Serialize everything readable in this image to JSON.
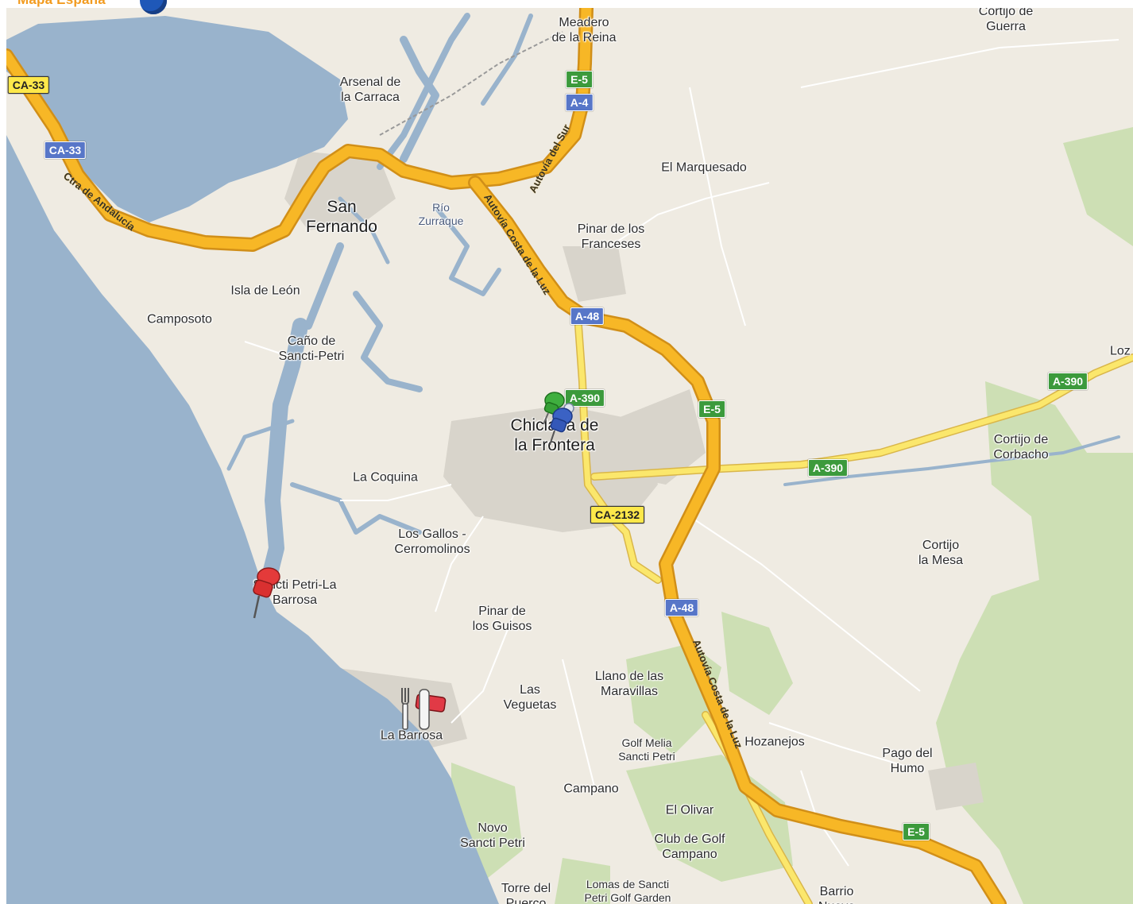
{
  "brand": {
    "text": "Mapa España"
  },
  "colors": {
    "sea": "#99b3cc",
    "land": "#efebe2",
    "motorway": "#f7b726",
    "secondary": "#fbe76c",
    "park": "#cddfb4",
    "river": "#99b3cc",
    "urban": "#d6d3cc"
  },
  "places": {
    "meadero": "Meadero\nde la Reina",
    "cortijo_guerra": "Cortijo de\nGuerra",
    "arsenal": "Arsenal de\nla Carraca",
    "marquesado": "El Marquesado",
    "san_fernando": "San\nFernando",
    "rio_zurraque": "Río\nZurraque",
    "pinar_franceses": "Pinar de los\nFranceses",
    "isla_leon": "Isla de León",
    "camposoto": "Camposoto",
    "cano": "Caño de\nSancti-Petri",
    "loz": "Loz",
    "chiclana": "Chiclana de\nla Frontera",
    "cortijo_corbacho": "Cortijo de\nCorbacho",
    "la_coquina": "La Coquina",
    "los_gallos": "Los Gallos -\nCerromolinos",
    "cortijo_mesa": "Cortijo\nla Mesa",
    "sancti_petri_barrosa": "Sancti Petri-La\nBarrosa",
    "pinar_guisos": "Pinar de\nlos Guisos",
    "llano": "Llano de las\nMaravillas",
    "las_veguetas": "Las\nVeguetas",
    "la_barrosa": "La Barrosa",
    "golf_melia": "Golf Melia\nSancti Petri",
    "hozanejos": "Hozanejos",
    "pago_humo": "Pago del\nHumo",
    "campano": "Campano",
    "el_olivar": "El Olivar",
    "club_golf": "Club de Golf\nCampano",
    "novo": "Novo\nSancti Petri",
    "torre": "Torre del\nPuerco",
    "lomas": "Lomas de Sancti\nPetri Golf Garden",
    "barrio": "Barrio\nNuevo"
  },
  "shields": {
    "ca33_top": "CA-33",
    "ca33_mid": "CA-33",
    "e5_top": "E-5",
    "a4": "A-4",
    "a48_top": "A-48",
    "a390_center": "A-390",
    "e5_mid": "E-5",
    "a390_right": "A-390",
    "a390_mid": "A-390",
    "ca2132": "CA-2132",
    "a48_bottom": "A-48",
    "e5_bottom": "E-5"
  },
  "road_names": {
    "ctra_andalucia": "Ctra de Andalucía",
    "autovia_sur": "Autovía del Sur",
    "autovia_costa": "Autovía Costa de la Luz",
    "autovia_costa2": "Autovía Costa de la Luz"
  },
  "markers": {
    "green_pin": "green-pushpin-icon",
    "blue_pin": "blue-pushpin-icon",
    "red_pin": "red-pushpin-icon",
    "restaurant": "restaurant-icon"
  }
}
